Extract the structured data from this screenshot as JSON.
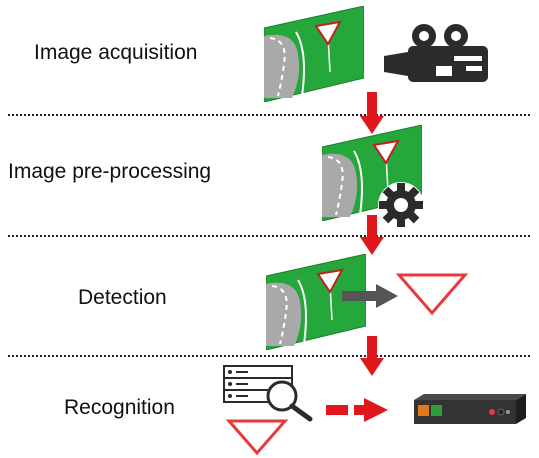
{
  "stages": [
    {
      "label": "Image acquisition"
    },
    {
      "label": "Image pre-processing"
    },
    {
      "label": "Detection"
    },
    {
      "label": "Recognition"
    }
  ],
  "colors": {
    "road_green": "#25a73b",
    "road_asphalt": "#a9a9a9",
    "flow_arrow": "#e0171b",
    "sign_red": "#e83a3a",
    "icon_dark": "#2b2b2b",
    "gray_arrow": "#555555"
  },
  "icons": [
    "road-scene-image",
    "video-camera-icon",
    "gear-icon",
    "yield-sign-icon",
    "database-search-icon",
    "hardware-device-icon"
  ]
}
